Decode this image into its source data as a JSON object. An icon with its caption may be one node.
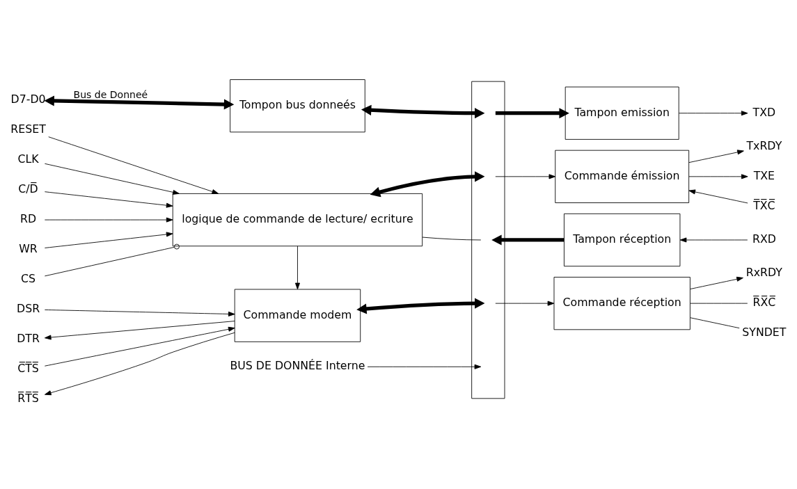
{
  "diagram": {
    "nodes": [
      {
        "text": [
          "Tompon bus donneés"
        ]
      },
      {
        "text": [
          "logique de commande de lecture/ ecriture"
        ]
      },
      {
        "text": [
          "Commande modem"
        ]
      },
      {
        "text": [
          "Tampon emission"
        ]
      },
      {
        "text": [
          "Commande émission"
        ]
      },
      {
        "text": [
          "Tampon réception"
        ]
      },
      {
        "text": [
          "Commande réception"
        ]
      },
      {
        "text": [],
        "shape": "bar"
      },
      {
        "text": [
          "D7-D0"
        ]
      },
      {
        "text": [
          "BUS DE DONNÉE Interne"
        ]
      },
      {
        "text": [
          "RESET"
        ]
      },
      {
        "text": [
          "CLK"
        ]
      },
      {
        "text": [
          "C/D̅"
        ]
      },
      {
        "text": [
          "RD"
        ]
      },
      {
        "text": [
          "WR"
        ]
      },
      {
        "text": [
          "CS"
        ]
      },
      {
        "text": [
          "DSR"
        ]
      },
      {
        "text": [
          "DTR"
        ]
      },
      {
        "text": [
          "C̅T̅S̅"
        ]
      },
      {
        "text": [
          "R̅T̅S̅"
        ]
      },
      {
        "text": [
          "TXD"
        ]
      },
      {
        "text": [
          "TxRDY"
        ]
      },
      {
        "text": [
          "TXE"
        ]
      },
      {
        "text": [
          "T̅X̅C̅"
        ]
      },
      {
        "text": [
          "RXD"
        ]
      },
      {
        "text": [
          "RxRDY"
        ]
      },
      {
        "text": [
          "R̅X̅C̅"
        ]
      },
      {
        "text": [
          "SYNDET"
        ]
      }
    ],
    "edges": [
      {
        "from": 8,
        "to": 0,
        "arrow": "both",
        "style": "thick",
        "label": "Bus de Donneé"
      },
      {
        "from": 0,
        "to": 7,
        "arrow": "both",
        "style": "thick"
      },
      {
        "from": 10,
        "to": 1,
        "arrow": "to"
      },
      {
        "from": 11,
        "to": 1,
        "arrow": "to"
      },
      {
        "from": 12,
        "to": 1,
        "arrow": "to"
      },
      {
        "from": 13,
        "to": 1,
        "arrow": "to"
      },
      {
        "from": 14,
        "to": 1,
        "arrow": "to"
      },
      {
        "from": 15,
        "to": 1,
        "arrow": "other"
      },
      {
        "from": 1,
        "to": 7,
        "arrow": "both",
        "style": "thick"
      },
      {
        "from": 1,
        "to": 7,
        "arrow": "none"
      },
      {
        "from": 1,
        "to": 2,
        "arrow": "to"
      },
      {
        "from": 16,
        "to": 2,
        "arrow": "to"
      },
      {
        "from": 2,
        "to": 17,
        "arrow": "to"
      },
      {
        "from": 18,
        "to": 2,
        "arrow": "to"
      },
      {
        "from": 2,
        "to": 19,
        "arrow": "to"
      },
      {
        "from": 2,
        "to": 7,
        "arrow": "both",
        "style": "thick"
      },
      {
        "from": 9,
        "to": 7,
        "arrow": "to"
      },
      {
        "from": 7,
        "to": 3,
        "arrow": "to",
        "style": "thick"
      },
      {
        "from": 3,
        "to": 20,
        "arrow": "to"
      },
      {
        "from": 7,
        "to": 4,
        "arrow": "to"
      },
      {
        "from": 4,
        "to": 21,
        "arrow": "to"
      },
      {
        "from": 4,
        "to": 22,
        "arrow": "to"
      },
      {
        "from": 23,
        "to": 4,
        "arrow": "to"
      },
      {
        "from": 5,
        "to": 7,
        "arrow": "to",
        "style": "thick"
      },
      {
        "from": 24,
        "to": 5,
        "arrow": "to"
      },
      {
        "from": 7,
        "to": 6,
        "arrow": "to"
      },
      {
        "from": 6,
        "to": 25,
        "arrow": "to"
      },
      {
        "from": 6,
        "to": 26,
        "arrow": "none"
      },
      {
        "from": 6,
        "to": 27,
        "arrow": "none"
      }
    ]
  }
}
